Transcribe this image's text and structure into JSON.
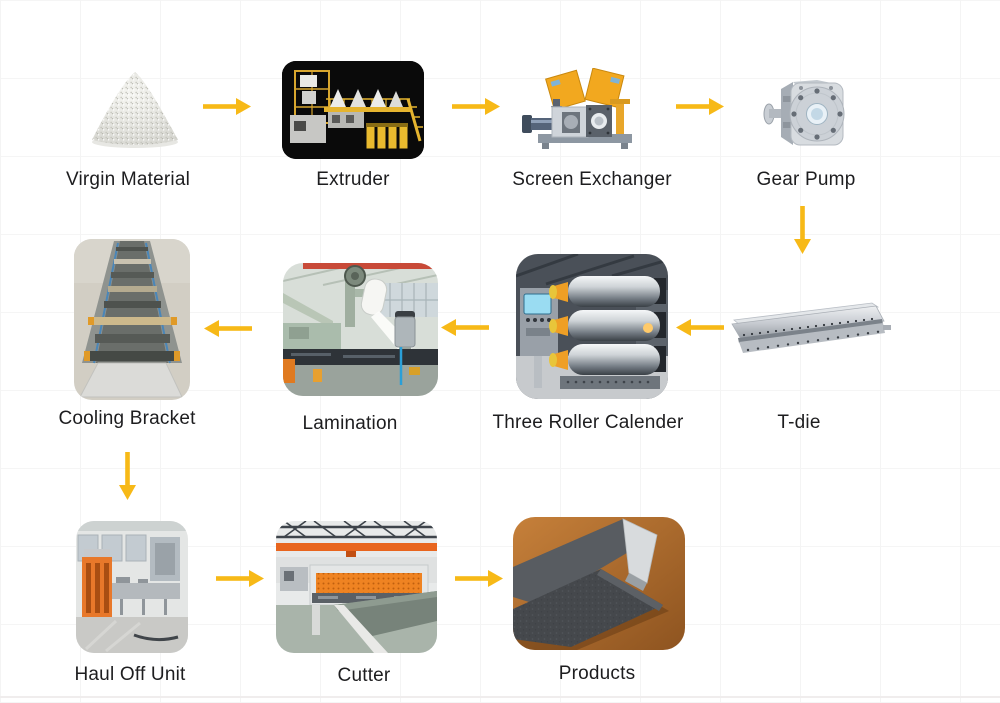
{
  "colors": {
    "arrow": "#F7B917",
    "label_text": "#1D1D1F",
    "background": "#FFFFFF"
  },
  "steps": [
    {
      "id": "virgin-material",
      "label": "Virgin Material"
    },
    {
      "id": "extruder",
      "label": "Extruder"
    },
    {
      "id": "screen-exchanger",
      "label": "Screen Exchanger"
    },
    {
      "id": "gear-pump",
      "label": "Gear Pump"
    },
    {
      "id": "t-die",
      "label": "T-die"
    },
    {
      "id": "three-roller-calender",
      "label": "Three Roller Calender"
    },
    {
      "id": "lamination",
      "label": "Lamination"
    },
    {
      "id": "cooling-bracket",
      "label": "Cooling Bracket"
    },
    {
      "id": "haul-off-unit",
      "label": "Haul Off Unit"
    },
    {
      "id": "cutter",
      "label": "Cutter"
    },
    {
      "id": "products",
      "label": "Products"
    }
  ],
  "connections": [
    {
      "from": "virgin-material",
      "to": "extruder",
      "direction": "right"
    },
    {
      "from": "extruder",
      "to": "screen-exchanger",
      "direction": "right"
    },
    {
      "from": "screen-exchanger",
      "to": "gear-pump",
      "direction": "right"
    },
    {
      "from": "gear-pump",
      "to": "t-die",
      "direction": "down"
    },
    {
      "from": "t-die",
      "to": "three-roller-calender",
      "direction": "left"
    },
    {
      "from": "three-roller-calender",
      "to": "lamination",
      "direction": "left"
    },
    {
      "from": "lamination",
      "to": "cooling-bracket",
      "direction": "left"
    },
    {
      "from": "cooling-bracket",
      "to": "haul-off-unit",
      "direction": "down"
    },
    {
      "from": "haul-off-unit",
      "to": "cutter",
      "direction": "right"
    },
    {
      "from": "cutter",
      "to": "products",
      "direction": "right"
    }
  ]
}
